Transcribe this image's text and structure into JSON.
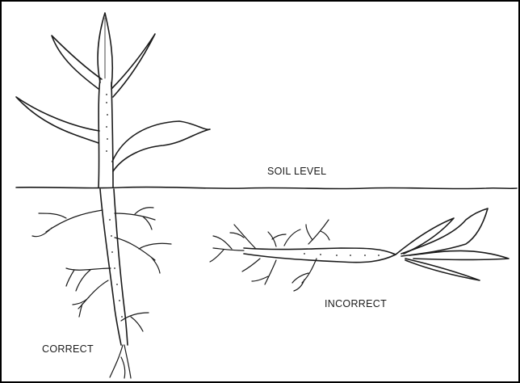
{
  "labels": {
    "soil_level": "SOIL LEVEL",
    "incorrect": "INCORRECT",
    "correct": "CORRECT"
  },
  "colors": {
    "ink": "#1a1a1a",
    "background": "#ffffff",
    "border": "#000000"
  }
}
